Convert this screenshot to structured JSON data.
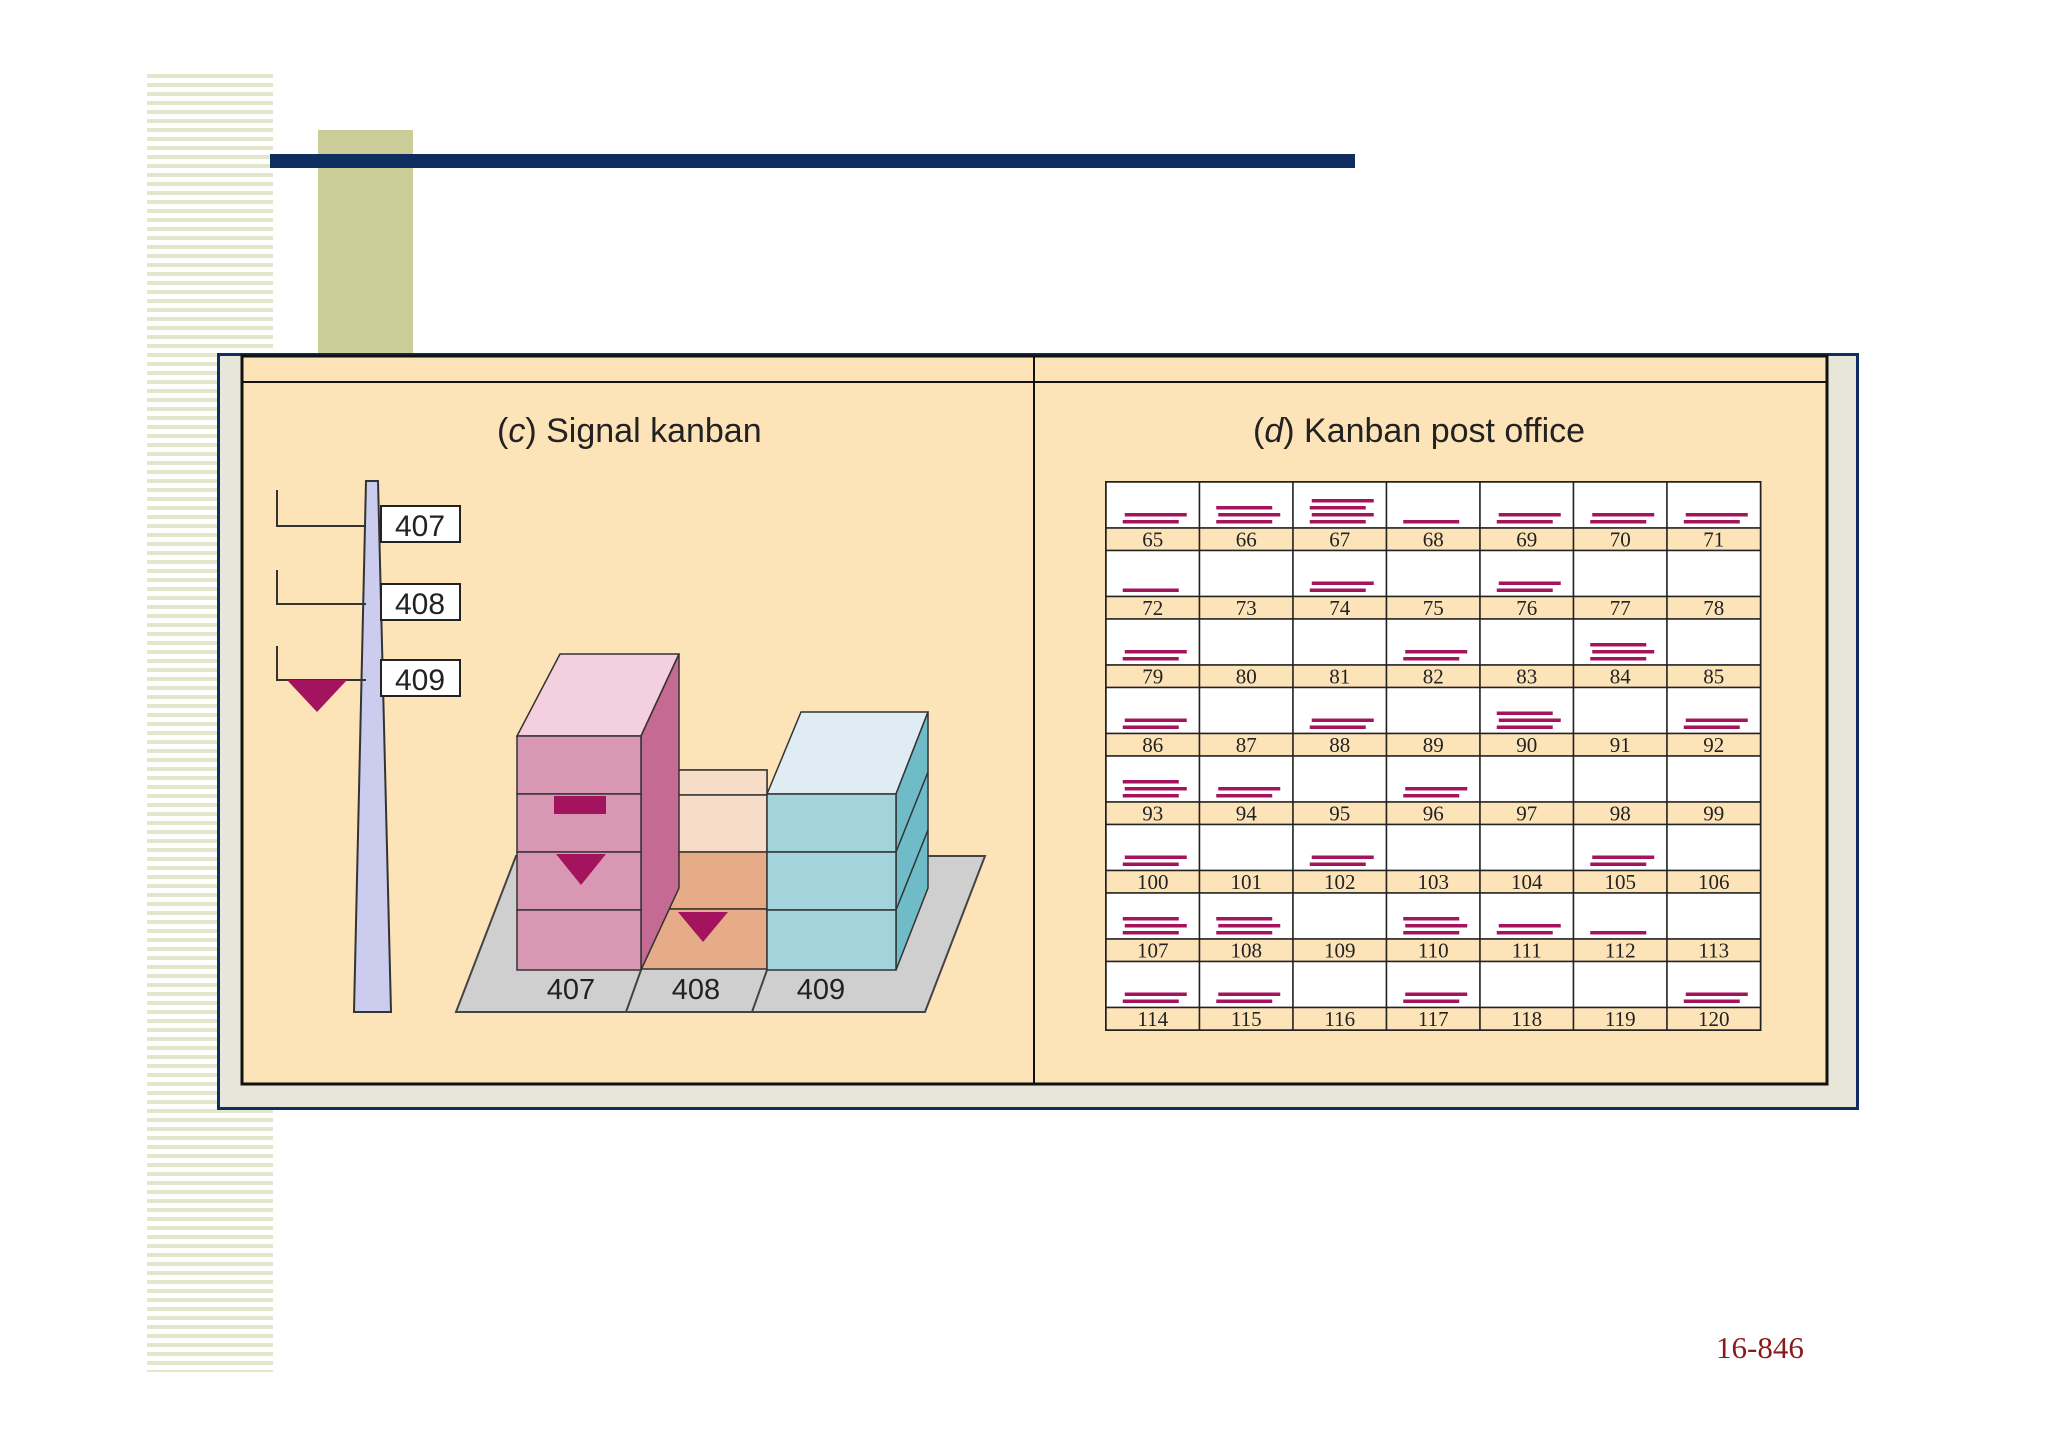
{
  "panel_c": {
    "title_letter": "c",
    "title_text": "Signal kanban",
    "pole_signs": [
      "407",
      "408",
      "409"
    ],
    "base_labels": [
      "407",
      "408",
      "409"
    ]
  },
  "panel_d": {
    "title_letter": "d",
    "title_text": "Kanban post office",
    "slots": [
      {
        "num": "65",
        "cards": 2
      },
      {
        "num": "66",
        "cards": 3
      },
      {
        "num": "67",
        "cards": 4
      },
      {
        "num": "68",
        "cards": 1
      },
      {
        "num": "69",
        "cards": 2
      },
      {
        "num": "70",
        "cards": 2
      },
      {
        "num": "71",
        "cards": 2
      },
      {
        "num": "72",
        "cards": 1
      },
      {
        "num": "73",
        "cards": 0
      },
      {
        "num": "74",
        "cards": 2
      },
      {
        "num": "75",
        "cards": 0
      },
      {
        "num": "76",
        "cards": 2
      },
      {
        "num": "77",
        "cards": 0
      },
      {
        "num": "78",
        "cards": 0
      },
      {
        "num": "79",
        "cards": 2
      },
      {
        "num": "80",
        "cards": 0
      },
      {
        "num": "81",
        "cards": 0
      },
      {
        "num": "82",
        "cards": 2
      },
      {
        "num": "83",
        "cards": 0
      },
      {
        "num": "84",
        "cards": 3
      },
      {
        "num": "85",
        "cards": 0
      },
      {
        "num": "86",
        "cards": 2
      },
      {
        "num": "87",
        "cards": 0
      },
      {
        "num": "88",
        "cards": 2
      },
      {
        "num": "89",
        "cards": 0
      },
      {
        "num": "90",
        "cards": 3
      },
      {
        "num": "91",
        "cards": 0
      },
      {
        "num": "92",
        "cards": 2
      },
      {
        "num": "93",
        "cards": 3
      },
      {
        "num": "94",
        "cards": 2
      },
      {
        "num": "95",
        "cards": 0
      },
      {
        "num": "96",
        "cards": 2
      },
      {
        "num": "97",
        "cards": 0
      },
      {
        "num": "98",
        "cards": 0
      },
      {
        "num": "99",
        "cards": 0
      },
      {
        "num": "100",
        "cards": 2
      },
      {
        "num": "101",
        "cards": 0
      },
      {
        "num": "102",
        "cards": 2
      },
      {
        "num": "103",
        "cards": 0
      },
      {
        "num": "104",
        "cards": 0
      },
      {
        "num": "105",
        "cards": 2
      },
      {
        "num": "106",
        "cards": 0
      },
      {
        "num": "107",
        "cards": 3
      },
      {
        "num": "108",
        "cards": 3
      },
      {
        "num": "109",
        "cards": 0
      },
      {
        "num": "110",
        "cards": 3
      },
      {
        "num": "111",
        "cards": 2
      },
      {
        "num": "112",
        "cards": 1
      },
      {
        "num": "113",
        "cards": 0
      },
      {
        "num": "114",
        "cards": 2
      },
      {
        "num": "115",
        "cards": 2
      },
      {
        "num": "116",
        "cards": 0
      },
      {
        "num": "117",
        "cards": 2
      },
      {
        "num": "118",
        "cards": 0
      },
      {
        "num": "119",
        "cards": 0
      },
      {
        "num": "120",
        "cards": 2
      }
    ]
  },
  "page_number": "16-846",
  "colors": {
    "navy": "#0f2d5e",
    "olive": "#cccc99",
    "panel_bg": "#fde3b8",
    "magenta": "#a3135e",
    "pink_box": "#d898b4",
    "peach_box": "#e6ac88",
    "cyan_box": "#a3d3db",
    "pole": "#ccccee",
    "grey_base": "#cfcfcf"
  }
}
